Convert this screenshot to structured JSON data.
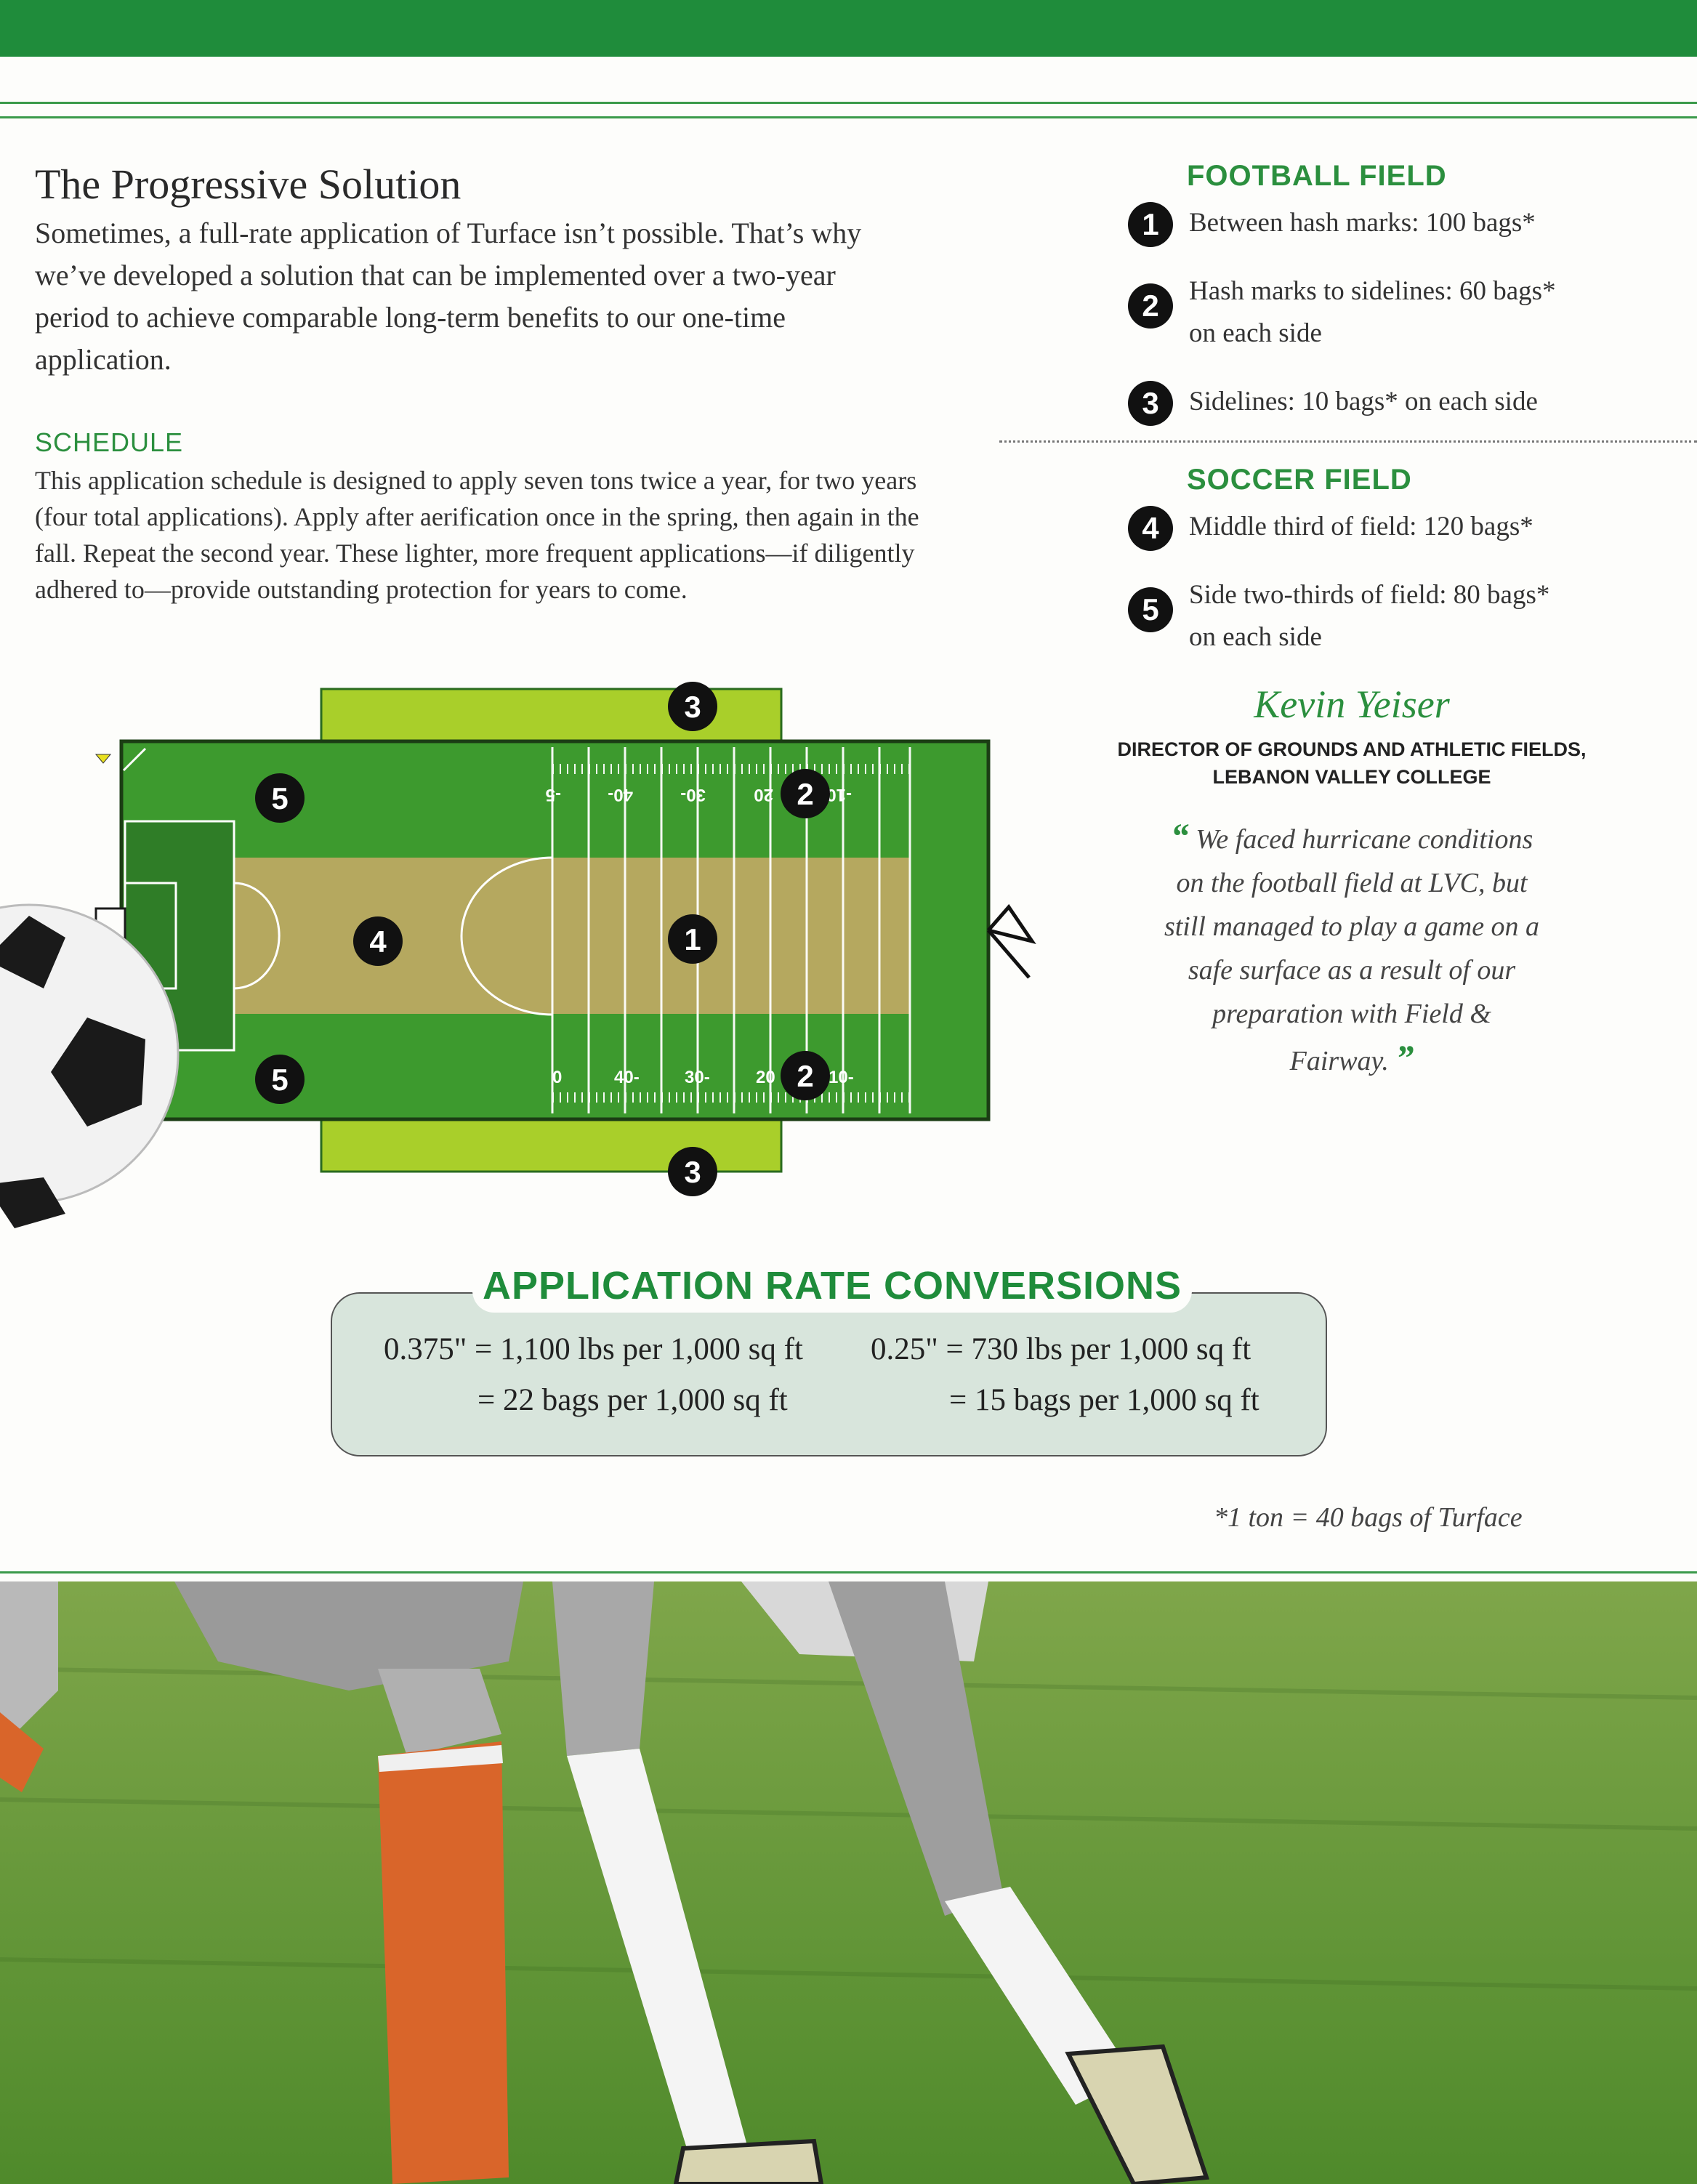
{
  "header": {
    "band_color": "#1f8c3b"
  },
  "intro": {
    "title": "The Progressive Solution",
    "body": "Sometimes, a full-rate application of Turface isn’t possible. That’s why we’ve developed a solution that can be implemented over a two-year period to achieve comparable long-term benefits to our one-time application."
  },
  "schedule": {
    "heading": "SCHEDULE",
    "body": "This application schedule is designed to apply seven tons twice a year, for two years (four total applications). Apply after aerification once in the spring, then again in the fall. Repeat the second year. These lighter, more frequent applications—if diligently adhered to—provide outstanding protection for years to come."
  },
  "football": {
    "heading": "FOOTBALL FIELD",
    "items": [
      {
        "num": "1",
        "line1": "Between hash marks: 100 bags*",
        "line2": ""
      },
      {
        "num": "2",
        "line1": "Hash marks to sidelines: 60 bags*",
        "line2": "on each side"
      },
      {
        "num": "3",
        "line1": "Sidelines: 10 bags* on each side",
        "line2": ""
      }
    ]
  },
  "soccer": {
    "heading": "SOCCER FIELD",
    "items": [
      {
        "num": "4",
        "line1": "Middle third of field: 120 bags*",
        "line2": ""
      },
      {
        "num": "5",
        "line1": "Side two-thirds of field: 80 bags*",
        "line2": "on each side"
      }
    ]
  },
  "testimonial": {
    "name": "Kevin Yeiser",
    "title_line1": "DIRECTOR OF GROUNDS AND ATHLETIC FIELDS,",
    "title_line2": "LEBANON VALLEY COLLEGE",
    "open_quote": "“",
    "quote": "We faced hurricane conditions on the football field at LVC, but still managed to play a game on a safe surface as a result of our preparation with Field & Fairway.",
    "close_quote": "”"
  },
  "diagram": {
    "labels": {
      "n1": "1",
      "n2": "2",
      "n3": "3",
      "n4": "4",
      "n5": "5"
    },
    "top_yards": [
      "-5",
      "40-",
      "30-",
      "20",
      "-10"
    ],
    "bottom_yards": [
      "0",
      "40-",
      "30-",
      "20",
      "10-"
    ],
    "colors": {
      "field": "#3d9a2e",
      "center_strip": "#b5a85f",
      "sideline": "#a9cf2a",
      "penalty": "#2f7d27"
    }
  },
  "conversions": {
    "title": "APPLICATION RATE CONVERSIONS",
    "left_line1": "0.375\" = 1,100 lbs per 1,000 sq ft",
    "left_line2": "= 22 bags per 1,000 sq ft",
    "right_line1": "0.25\" = 730 lbs per 1,000 sq ft",
    "right_line2": "= 15 bags per 1,000 sq ft"
  },
  "footnote": "*1 ton = 40 bags of Turface"
}
